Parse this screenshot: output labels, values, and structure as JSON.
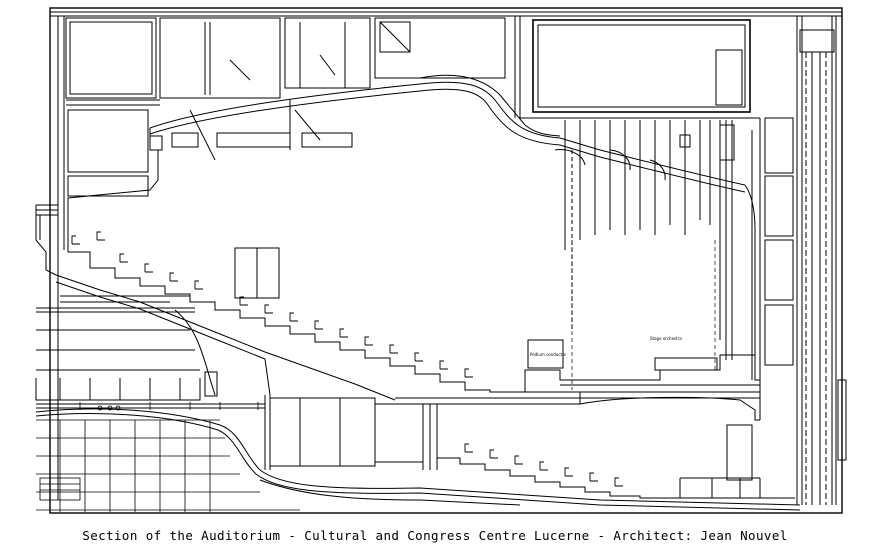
{
  "caption": "Section of the Auditorium - Cultural and Congress Centre Lucerne - Architect: Jean Nouvel",
  "labels": {
    "pit_note": "Podium conductor",
    "stage_note": "Stage orchestra"
  }
}
